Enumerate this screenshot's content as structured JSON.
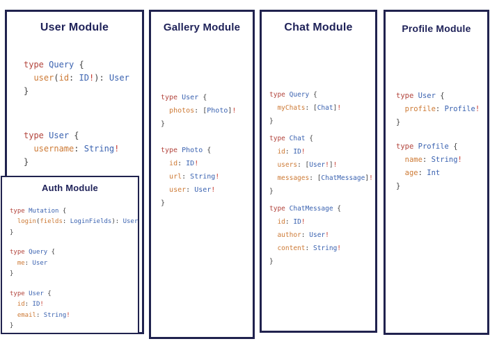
{
  "colors": {
    "navy_border": "#20224e",
    "navy_title": "#1e2158",
    "keyword": "#b2443c",
    "type": "#3a62b0",
    "field": "#cd7a35",
    "bang": "#c5392e",
    "punct": "#3f3f3f"
  },
  "modules": [
    {
      "title": "User Module",
      "code": [
        [
          "type Query {",
          "  user(id: ID!): User",
          "}"
        ],
        [
          "type User {",
          "  username: String!",
          "}"
        ]
      ]
    },
    {
      "title": "Auth Module",
      "code": [
        [
          "type Mutation {",
          "  login(fields: LoginFields): User",
          "}"
        ],
        [
          "type Query {",
          "  me: User",
          "}"
        ],
        [
          "type User {",
          "  id: ID!",
          "  email: String!",
          "}"
        ]
      ]
    },
    {
      "title": "Gallery Module",
      "code": [
        [
          "type User {",
          "  photos: [Photo]!",
          "}"
        ],
        [
          "type Photo {",
          "  id: ID!",
          "  url: String!",
          "  user: User!",
          "}"
        ]
      ]
    },
    {
      "title": "Chat Module",
      "code": [
        [
          "type Query {",
          "  myChats: [Chat]!",
          "}"
        ],
        [
          "type Chat {",
          "  id: ID!",
          "  users: [User!]!",
          "  messages: [ChatMessage]!",
          "}"
        ],
        [
          "type ChatMessage {",
          "  id: ID!",
          "  author: User!",
          "  content: String!",
          "}"
        ]
      ]
    },
    {
      "title": "Profile Module",
      "code": [
        [
          "type User {",
          "  profile: Profile!",
          "}"
        ],
        [
          "type Profile {",
          "  name: String!",
          "  age: Int",
          "}"
        ]
      ]
    }
  ]
}
